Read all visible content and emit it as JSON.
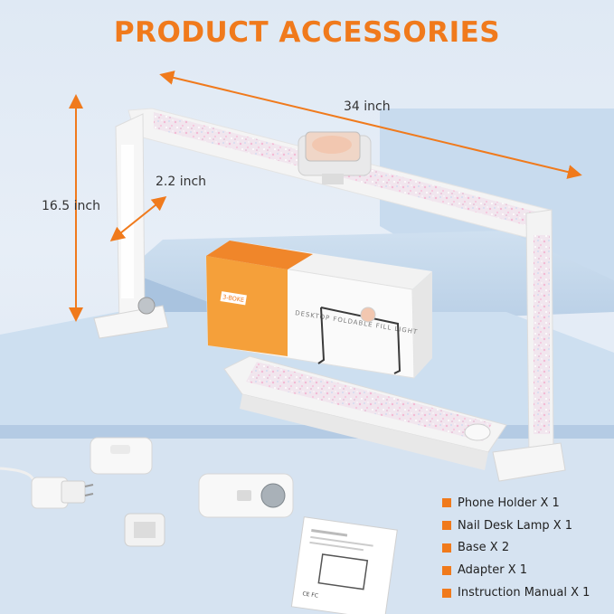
{
  "title": "PRODUCT ACCESSORIES",
  "dimensions": {
    "width": "34 inch",
    "height": "16.5 inch",
    "depth": "2.2 inch"
  },
  "box": {
    "badge": "3-BOKE",
    "product_name": "DESKTOP FOLDABLE FILL LIGHT"
  },
  "manual": {
    "cert_marks": "CE FC"
  },
  "accessories": [
    "Phone Holder X 1",
    "Nail Desk Lamp X 1",
    "Base X 2",
    "Adapter X 1",
    "Instruction Manual X 1"
  ],
  "colors": {
    "accent": "#f07a1c",
    "background": "#dfe9f4"
  }
}
